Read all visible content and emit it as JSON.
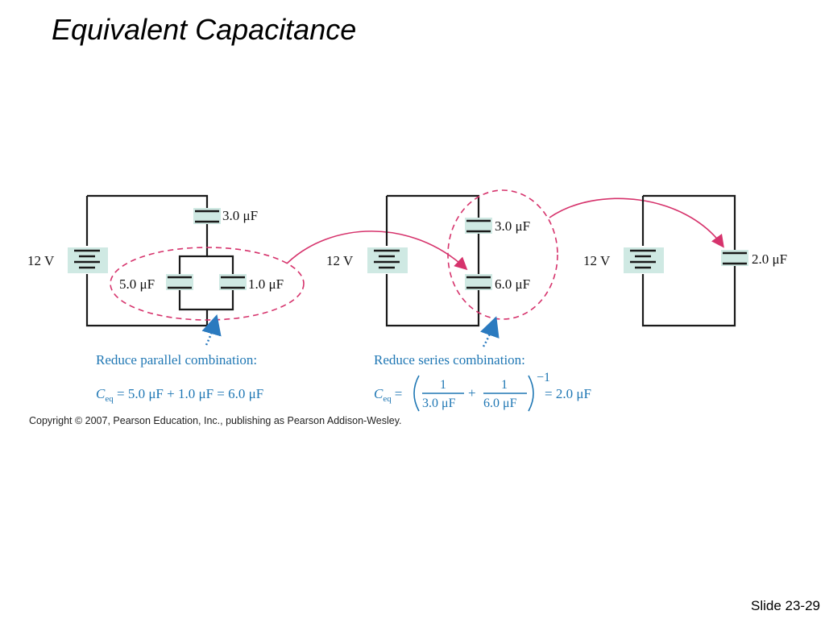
{
  "slide": {
    "title": "Equivalent Capacitance",
    "slide_number": "Slide 23-29",
    "copyright": "Copyright © 2007, Pearson Education, Inc., publishing as Pearson Addison-Wesley."
  },
  "circuits": {
    "battery_label": "12 V",
    "first": {
      "c_top": "3.0 μF",
      "c_left": "5.0 μF",
      "c_right": "1.0 μF"
    },
    "second": {
      "c_top": "3.0 μF",
      "c_bottom": "6.0 μF"
    },
    "third": {
      "c_eq": "2.0 μF"
    }
  },
  "captions": {
    "parallel_heading": "Reduce parallel combination:",
    "parallel_C": "C",
    "parallel_sub": "eq",
    "parallel_rest": " = 5.0 μF + 1.0 μF = 6.0 μF",
    "series_heading": "Reduce series combination:",
    "series_C": "C",
    "series_sub": "eq",
    "series_eq": "=",
    "series_num1": "1",
    "series_den1": "3.0 μF",
    "series_plus": "+",
    "series_num2": "1",
    "series_den2": "6.0 μF",
    "series_exp": "−1",
    "series_result": "= 2.0 μF"
  },
  "colors": {
    "wire": "#1a1a1a",
    "component_fill": "#cfe9e3",
    "dashed_outline": "#d6336c",
    "arrow": "#d6336c",
    "pointer_arrow": "#2a7abf",
    "caption_text": "#1f77b4"
  }
}
